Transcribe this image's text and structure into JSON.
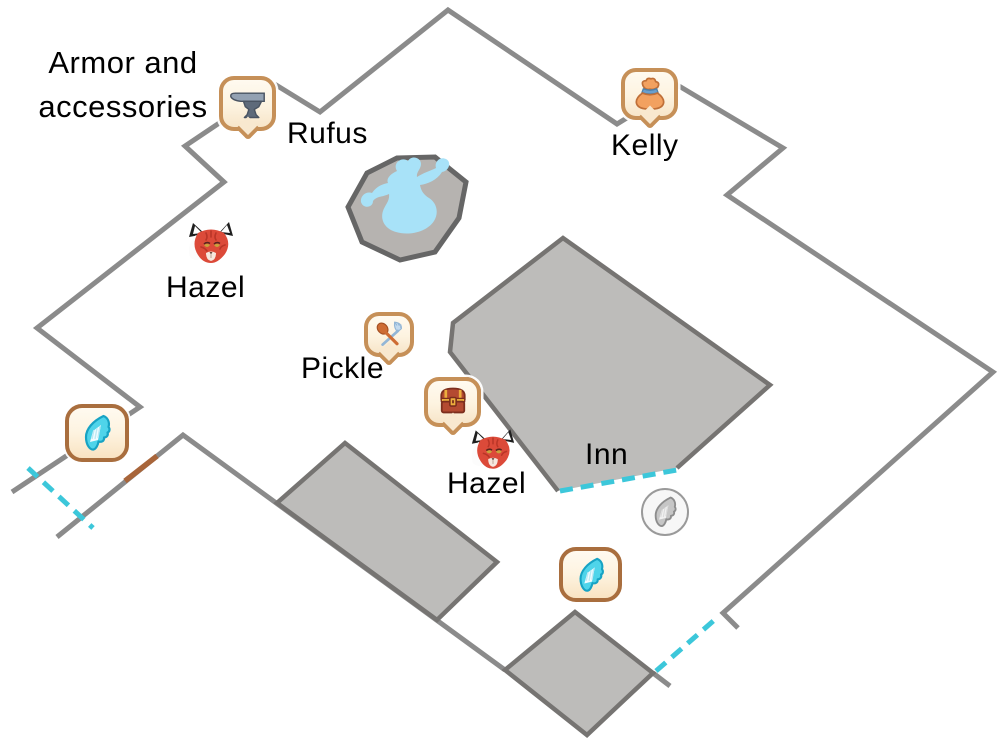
{
  "labels": {
    "armor_line1": "Armor and",
    "armor_line2": "accessories",
    "rufus": "Rufus",
    "kelly": "Kelly",
    "hazel_upper": "Hazel",
    "pickle": "Pickle",
    "hazel_lower": "Hazel",
    "inn": "Inn"
  },
  "markers": {
    "blacksmith": "anvil-icon",
    "merchant": "money-bag-icon",
    "food": "spoon-and-fork-icon",
    "treasure": "chest-icon",
    "fast_travel_west": "wing-icon",
    "fast_travel_south": "wing-icon",
    "fast_travel_locked": "gray-wing-icon",
    "npc_hazel_upper": "fox-head-icon",
    "npc_hazel_lower": "fox-head-icon"
  },
  "colors": {
    "wall": "#8b8b8b",
    "building_fill": "#bdbcba",
    "building_stroke": "#767472",
    "plaza_fill": "#b6b3b0",
    "plaza_stroke": "#666666",
    "water": "#a8e2f8",
    "exit_dash": "#3cc7da",
    "door": "#a8653a",
    "badge_border": "#c69058",
    "badge_fill": "#fdf3e0",
    "wing_border": "#a96e3e",
    "wing_cyan": "#4fd4ea",
    "text": "#000000"
  }
}
